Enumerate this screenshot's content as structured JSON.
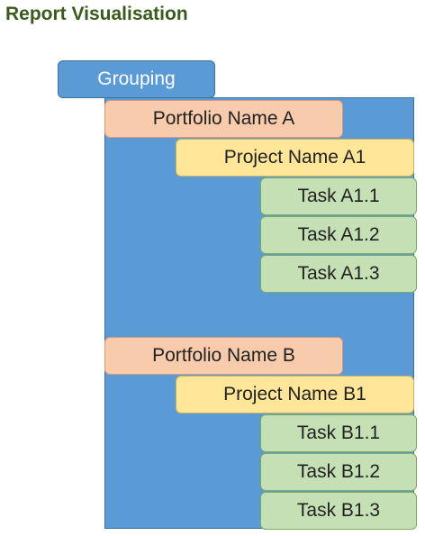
{
  "page": {
    "title": "Report Visualisation"
  },
  "diagram": {
    "grouping_label": "Grouping",
    "portfolios": [
      {
        "name": "Portfolio Name A",
        "project": "Project Name A1",
        "tasks": [
          "Task A1.1",
          "Task A1.2",
          "Task A1.3"
        ]
      },
      {
        "name": "Portfolio Name B",
        "project": "Project Name B1",
        "tasks": [
          "Task B1.1",
          "Task B1.2",
          "Task B1.3"
        ]
      }
    ]
  },
  "colors": {
    "title": "#3a5a1e",
    "grouping": "#5b9bd5",
    "portfolio": "#f8cbad",
    "project": "#ffe699",
    "task": "#c5e0b4"
  }
}
